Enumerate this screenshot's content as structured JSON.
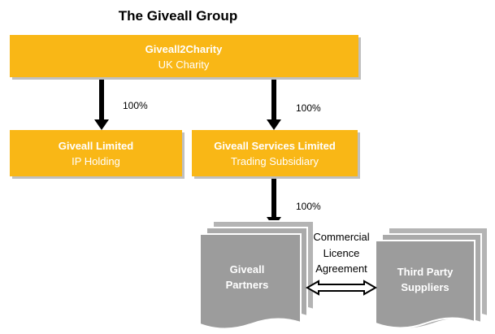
{
  "title": "The Giveall Group",
  "colors": {
    "box_fill": "#F9B716",
    "box_shadow": "#C0C0C0",
    "doc_fill": "#9C9C9C",
    "doc_back": "#B4B4B4",
    "arrow": "#000000"
  },
  "boxes": {
    "charity": {
      "title": "Giveall2Charity",
      "subtitle": "UK Charity"
    },
    "limited": {
      "title": "Giveall Limited",
      "subtitle": "IP Holding"
    },
    "services": {
      "title": "Giveall Services Limited",
      "subtitle": "Trading Subsidiary"
    }
  },
  "ownership": {
    "charity_to_limited": "100%",
    "charity_to_services": "100%",
    "services_to_partners": "100%"
  },
  "partners": {
    "line1": "Giveall",
    "line2": "Partners"
  },
  "suppliers": {
    "line1": "Third Party",
    "line2": "Suppliers"
  },
  "agreement": {
    "line1": "Commercial",
    "line2": "Licence",
    "line3": "Agreement"
  }
}
